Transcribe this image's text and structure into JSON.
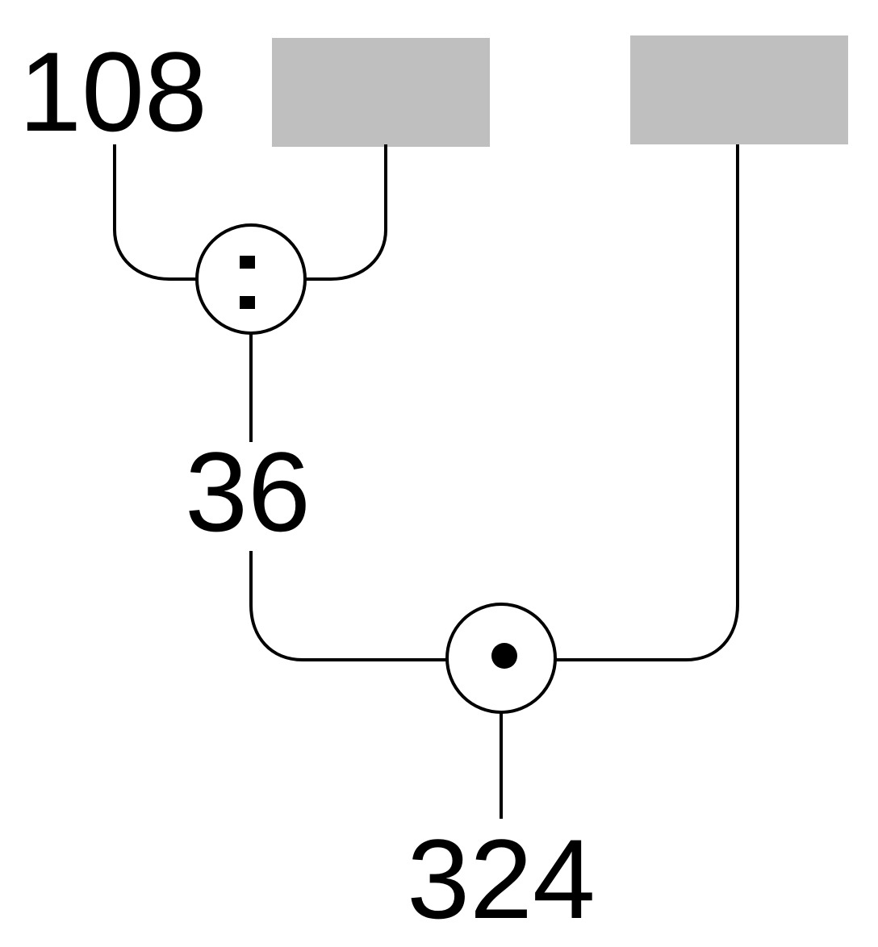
{
  "diagram": {
    "top_left_number": "108",
    "middle_number": "36",
    "result_number": "324",
    "division_operator": "÷",
    "multiplication_operator": "·",
    "blank_box_color": "#bfbfbf"
  }
}
